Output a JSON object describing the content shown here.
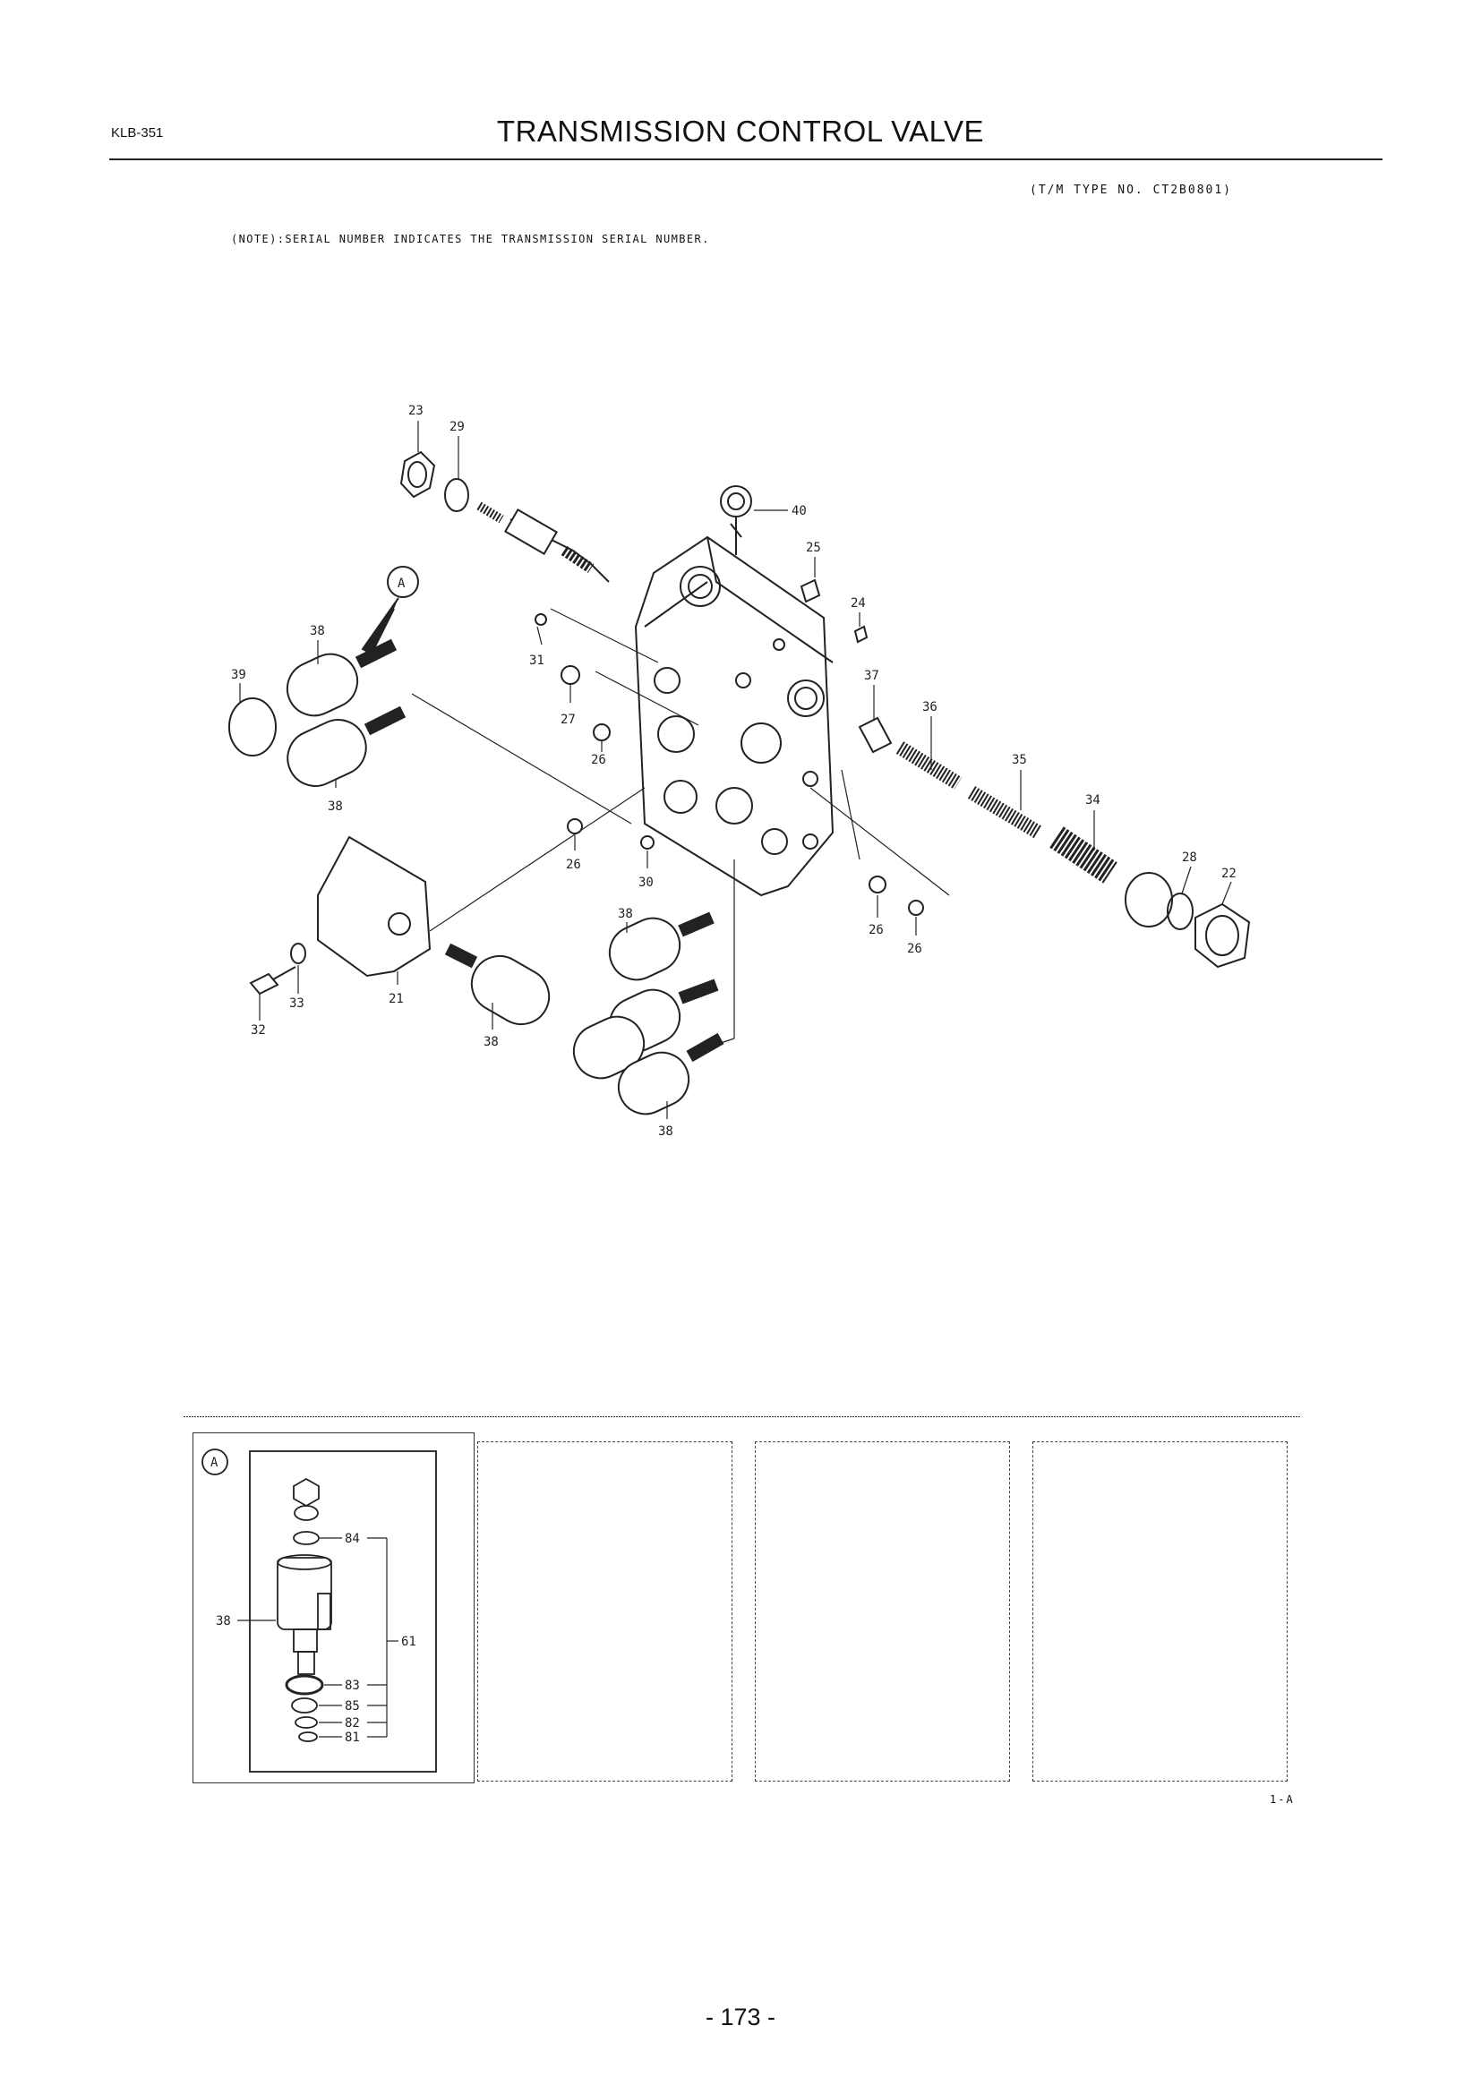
{
  "header": {
    "doc_code": "KLB-351",
    "title": "TRANSMISSION CONTROL VALVE",
    "type_no": "(T/M TYPE NO. CT2B0801)",
    "note": "(NOTE):SERIAL NUMBER INDICATES THE TRANSMISSION SERIAL NUMBER."
  },
  "callouts": {
    "c23": "23",
    "c29": "29",
    "c40": "40",
    "c25": "25",
    "c24": "24",
    "c38a": "38",
    "c39": "39",
    "c31": "31",
    "c37": "37",
    "c36": "36",
    "c27": "27",
    "c26a": "26",
    "c35": "35",
    "c34": "34",
    "c38b": "38",
    "c28": "28",
    "c22": "22",
    "c26b": "26",
    "c30": "30",
    "c38c": "38",
    "c26c": "26",
    "c26d": "26",
    "c32": "32",
    "c33": "33",
    "c21": "21",
    "c38d": "38",
    "c38e": "38",
    "view_marker": "A"
  },
  "detail": {
    "marker": "A",
    "l38": "38",
    "l84": "84",
    "l61": "61",
    "l83": "83",
    "l85": "85",
    "l82": "82",
    "l81": "81"
  },
  "footer": {
    "page_ref": "1-A",
    "page_number": "- 173 -"
  }
}
